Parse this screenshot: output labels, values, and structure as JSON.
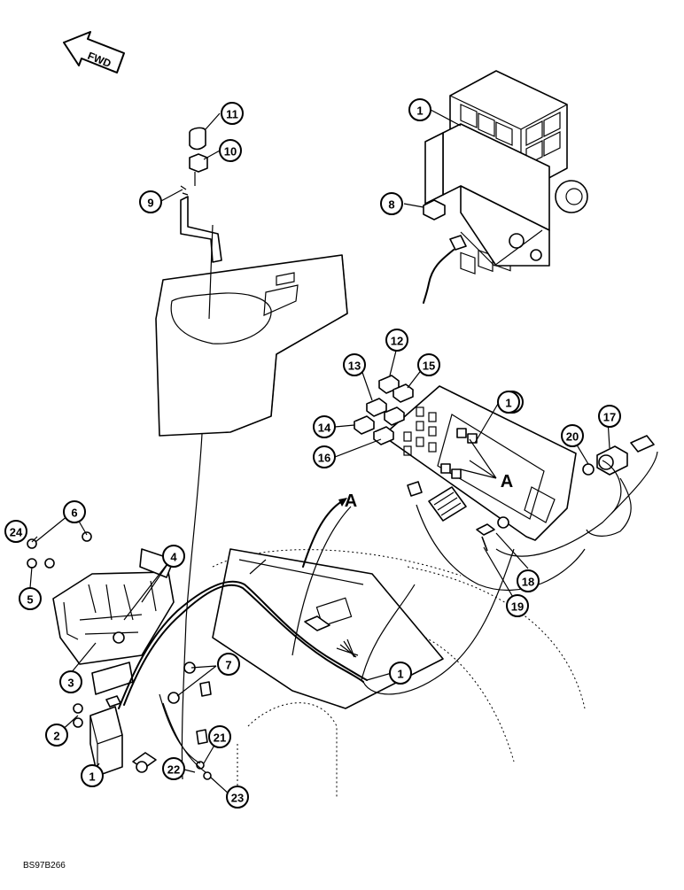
{
  "direction_label": "FWD",
  "section_marker": "A",
  "figure_code": "BS97B266",
  "callouts": [
    "1",
    "1",
    "1",
    "1",
    "1",
    "2",
    "3",
    "4",
    "5",
    "6",
    "7",
    "8",
    "9",
    "10",
    "11",
    "12",
    "13",
    "14",
    "15",
    "16",
    "17",
    "18",
    "19",
    "20",
    "21",
    "22",
    "23",
    "24"
  ]
}
